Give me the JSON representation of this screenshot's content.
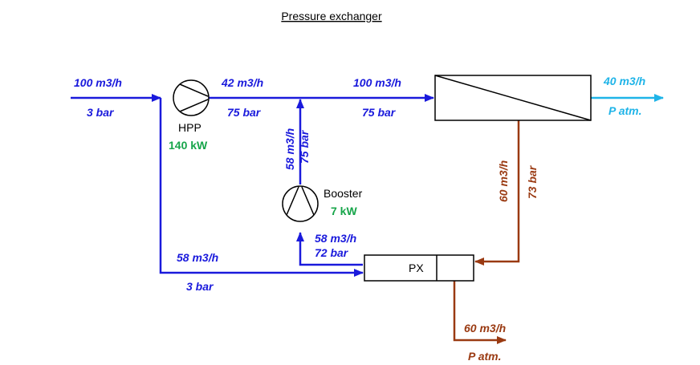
{
  "title": "Pressure exchanger",
  "colors": {
    "hp_flow": "#1a1adc",
    "lp_in_flow": "#1a1adc",
    "permeate": "#1fb4e8",
    "brine": "#9a3a12",
    "power": "#17a54a",
    "equipment": "#000000"
  },
  "equipment": {
    "hpp_label": "HPP",
    "hpp_power": "140 kW",
    "booster_label": "Booster",
    "booster_power": "7 kW",
    "px_label": "PX"
  },
  "streams": {
    "feed_flow": "100 m3/h",
    "feed_pressure": "3 bar",
    "hpp_out_flow": "42 m3/h",
    "hpp_out_pressure": "75 bar",
    "membrane_in_flow": "100 m3/h",
    "membrane_in_pressure": "75 bar",
    "permeate_flow": "40 m3/h",
    "permeate_pressure": "P atm.",
    "booster_out_flow": "58 m3/h",
    "booster_out_pressure": "75 bar",
    "px_hp_out_flow": "58 m3/h",
    "px_hp_out_pressure": "72 bar",
    "px_lp_in_flow": "58  m3/h",
    "px_lp_in_pressure": "3 bar",
    "brine_flow": "60 m3/h",
    "brine_pressure": "73 bar",
    "reject_flow": "60 m3/h",
    "reject_pressure": "P atm."
  }
}
